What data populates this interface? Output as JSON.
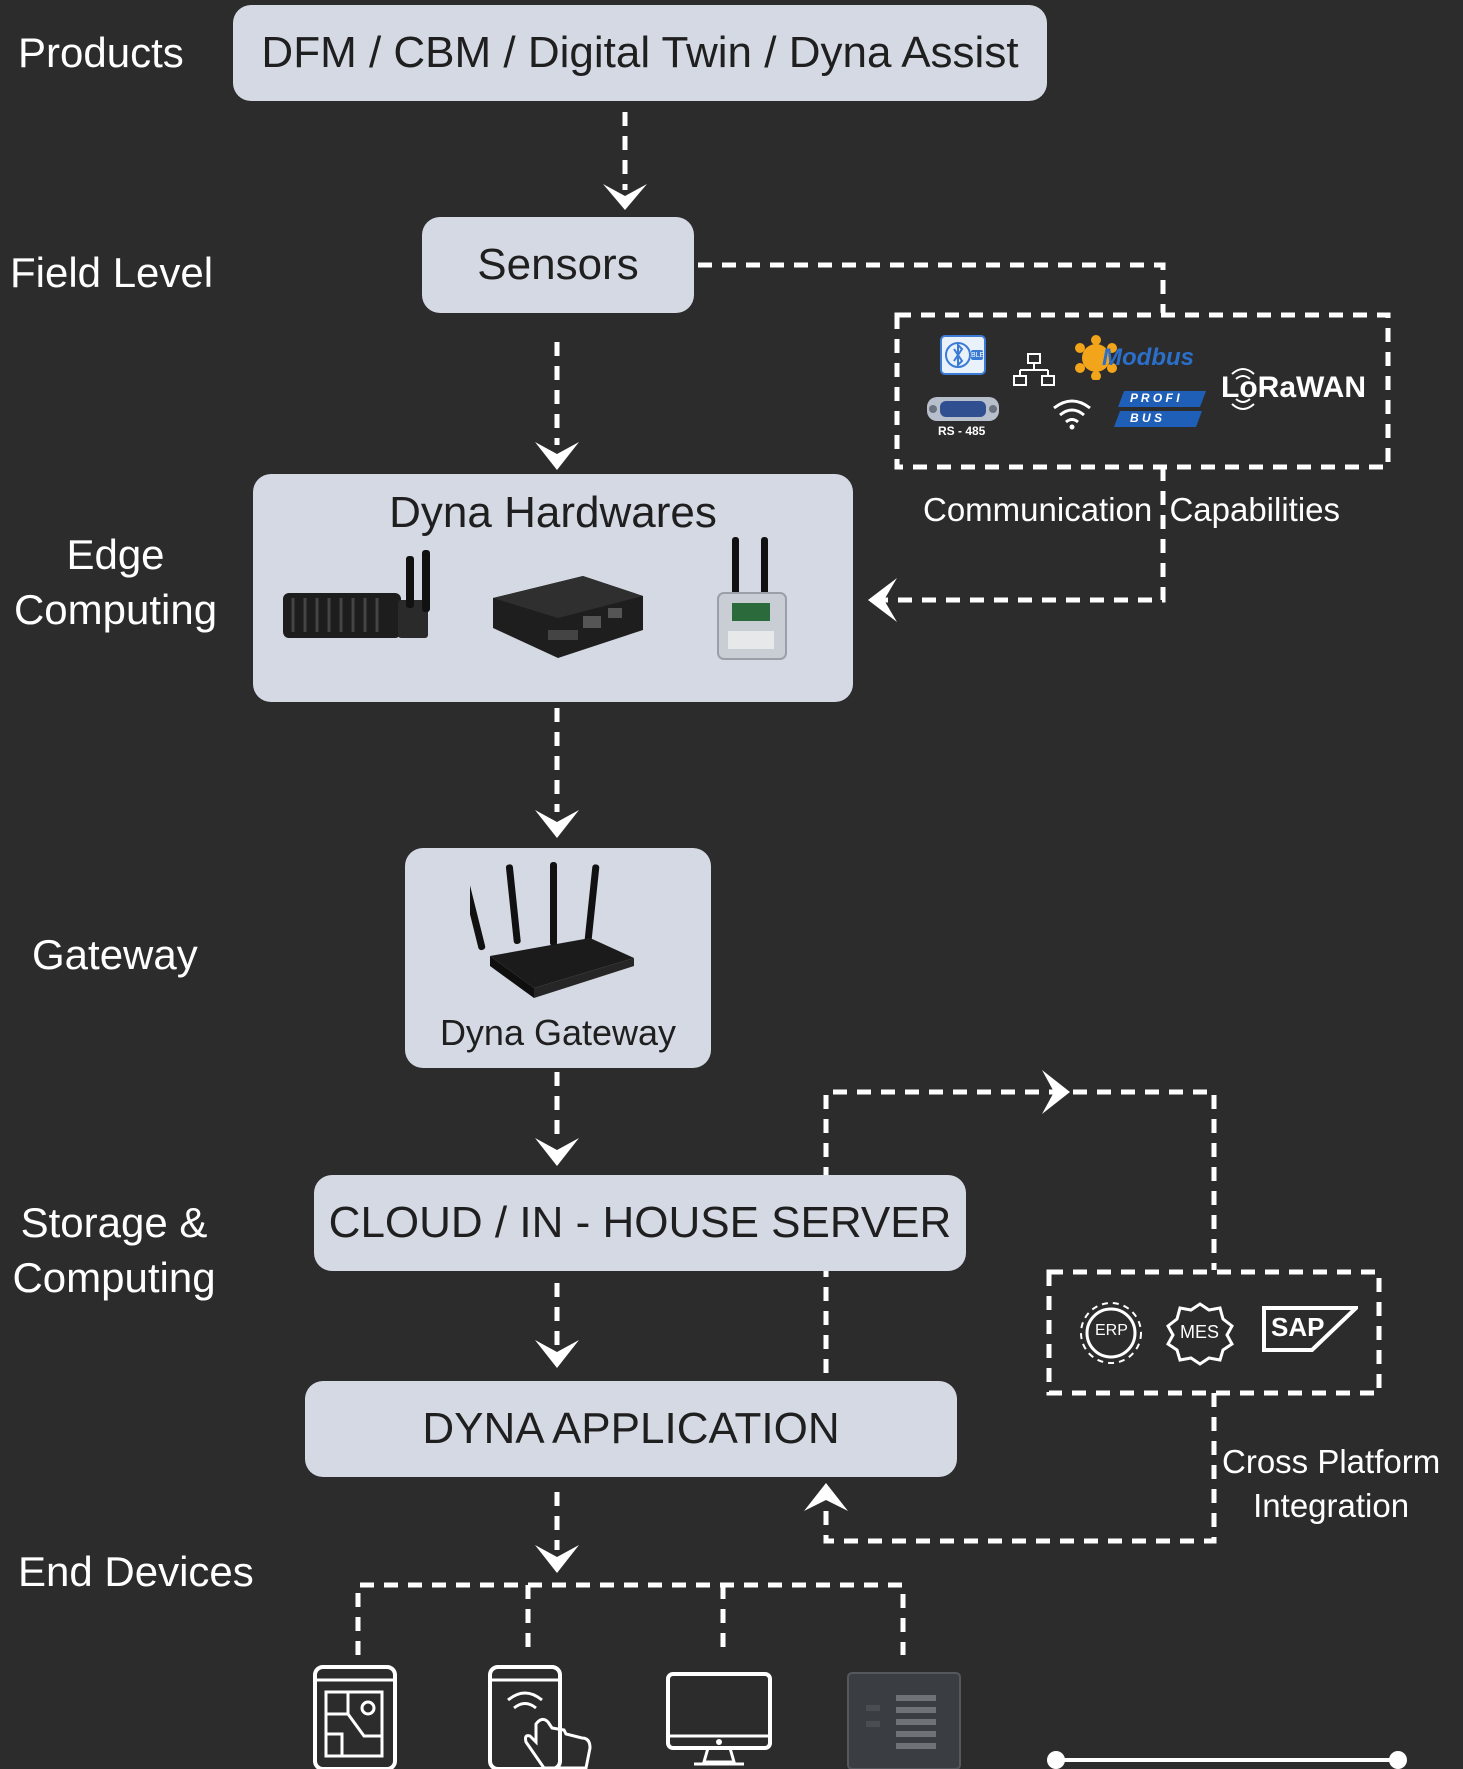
{
  "levels": {
    "products": "Products",
    "field": "Field Level",
    "edge_1": "Edge",
    "edge_2": "Computing",
    "gateway": "Gateway",
    "storage_1": "Storage &",
    "storage_2": "Computing",
    "end_devices": "End Devices"
  },
  "boxes": {
    "products": "DFM / CBM / Digital Twin / Dyna Assist",
    "sensors": "Sensors",
    "hardwares": "Dyna Hardwares",
    "gateway": "Dyna Gateway",
    "cloud": "CLOUD / IN - HOUSE SERVER",
    "application": "DYNA APPLICATION"
  },
  "communication": {
    "caption_1": "Communication",
    "caption_2": "Capabilities",
    "rs485": "RS - 485",
    "modbus": "Modbus",
    "profi": "P R O F I",
    "bus": "B U S",
    "lorawan": "LoRaWAN",
    "bluetooth_badge": "BLE"
  },
  "integration": {
    "caption_1": "Cross Platform",
    "caption_2": "Integration",
    "erp": "ERP",
    "mes": "MES",
    "sap": "SAP"
  },
  "colors": {
    "background": "#2d2c2c",
    "box": "#d4d9e3",
    "wire": "#ffffff"
  }
}
